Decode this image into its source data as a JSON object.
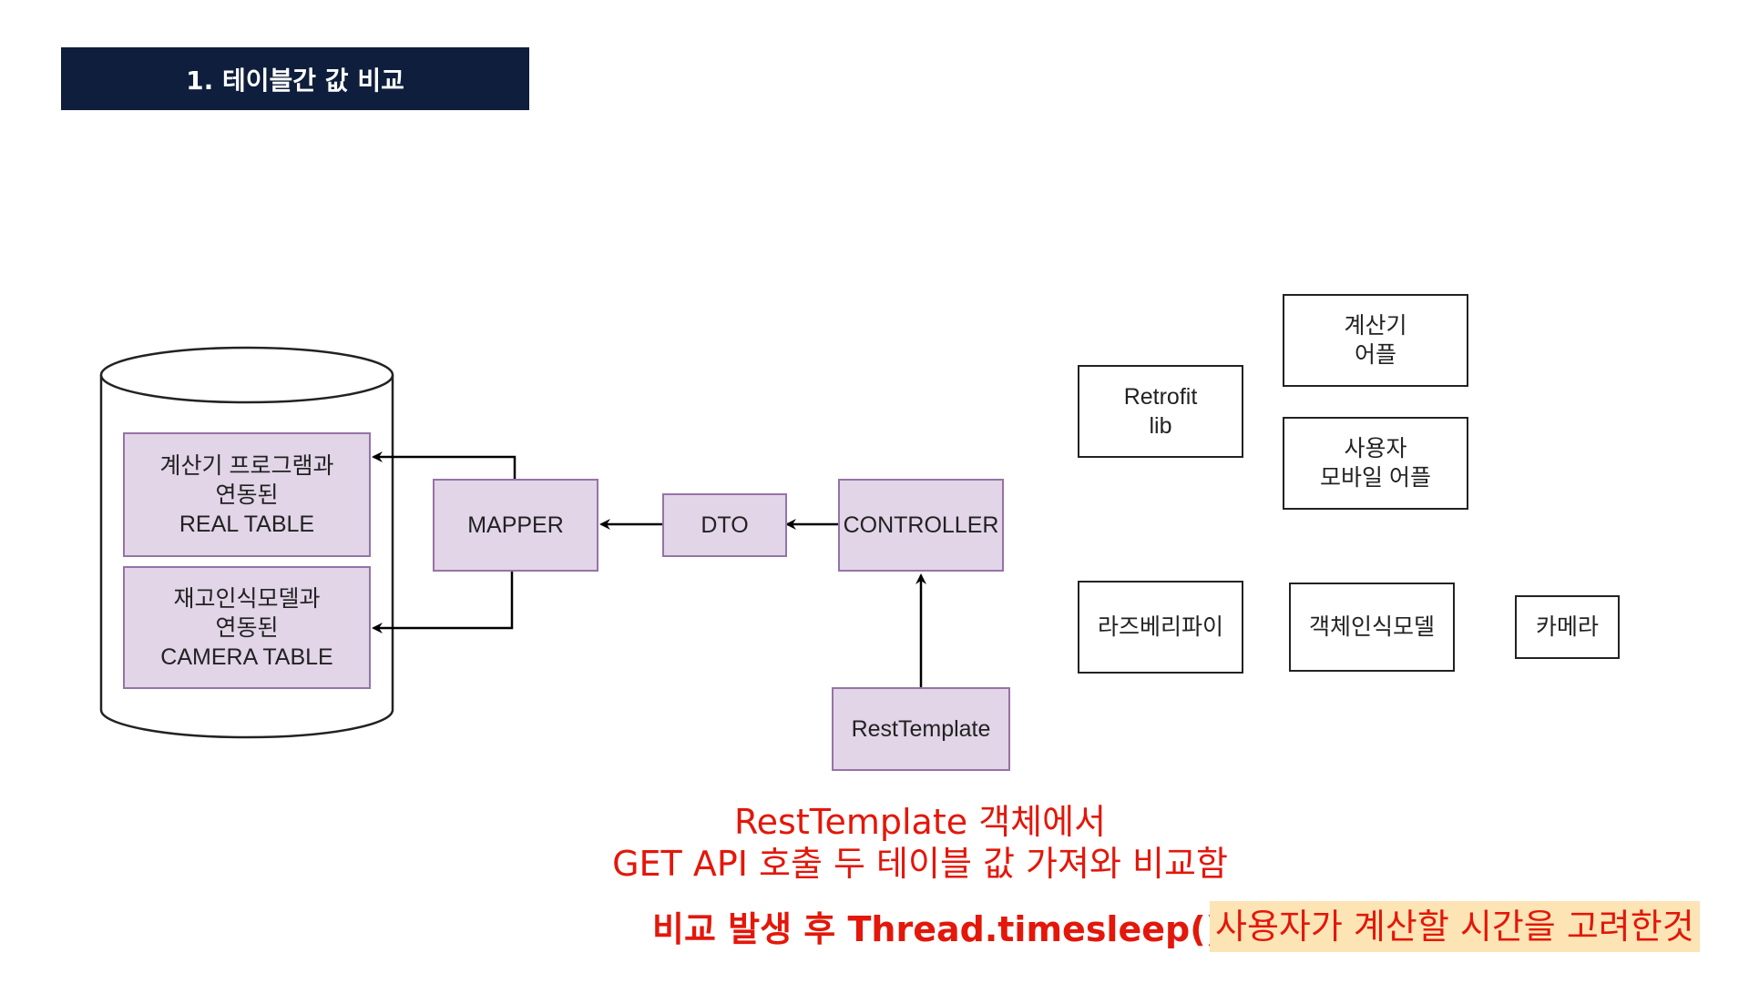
{
  "header": {
    "title": "1. 테이블간 값 비교"
  },
  "diagram": {
    "db_table_real": [
      "계산기 프로그램과",
      "연동된",
      "REAL TABLE"
    ],
    "db_table_camera": [
      "재고인식모델과",
      "연동된",
      "CAMERA TABLE"
    ],
    "mapper": "MAPPER",
    "dto": "DTO",
    "controller": "CONTROLLER",
    "rest_template": "RestTemplate",
    "retrofit": [
      "Retrofit",
      "lib"
    ],
    "calculator_app": [
      "계산기",
      "어플"
    ],
    "user_mobile_app": [
      "사용자",
      "모바일 어플"
    ],
    "raspberry_pi": "라즈베리파이",
    "object_detection_model": "객체인식모델",
    "camera": "카메라"
  },
  "notes": {
    "line1": "RestTemplate 객체에서",
    "line2": "GET API 호출 두 테이블 값 가져와 비교함",
    "line3": "비교 발생 후 Thread.timesleep()",
    "highlight": "사용자가 계산할 시간을 고려한것"
  },
  "colors": {
    "title_bg": "#0e1e3c",
    "node_fill": "#e1d5e7",
    "node_stroke": "#9673a6",
    "note_red": "#e3170a",
    "highlight_bg": "#fce4b4"
  }
}
